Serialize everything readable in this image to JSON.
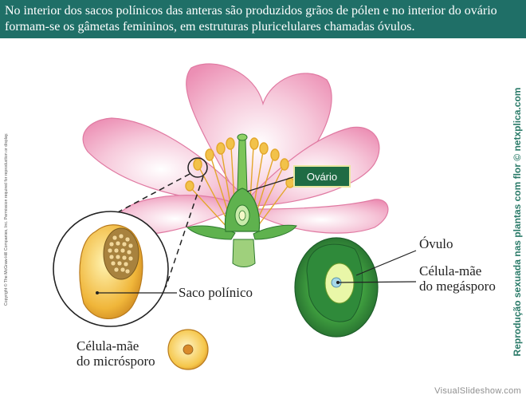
{
  "header": {
    "text": "No interior dos sacos polínicos das anteras são produzidos grãos de pólen e no interior do ovário\nformam-se os gâmetas femininos, em estruturas pluricelulares chamadas óvulos."
  },
  "labels": {
    "ovario": "Ovário",
    "ovulo": "Óvulo",
    "celula_mae_megasporo": "Célula-mãe\ndo megásporo",
    "saco_polinico": "Saco polínico",
    "celula_mae_microsporo": "Célula-mãe\ndo micrósporo"
  },
  "copyright": "Copyright © The McGraw-Hill Companies, Inc. Permission required for reproduction or display.",
  "side_credit": "Reprodução sexuada nas plantas com flor © netxplica.com",
  "watermark": "VisualSlideshow.com",
  "colors": {
    "banner": "#1f6f67",
    "petal": "#f4b7cf",
    "petal_edge": "#e07aa2",
    "stamen": "#f2c24a",
    "ovary_green": "#4fae4a",
    "ovario_box": "#1f6b44",
    "side_credit": "#2a7a68"
  }
}
